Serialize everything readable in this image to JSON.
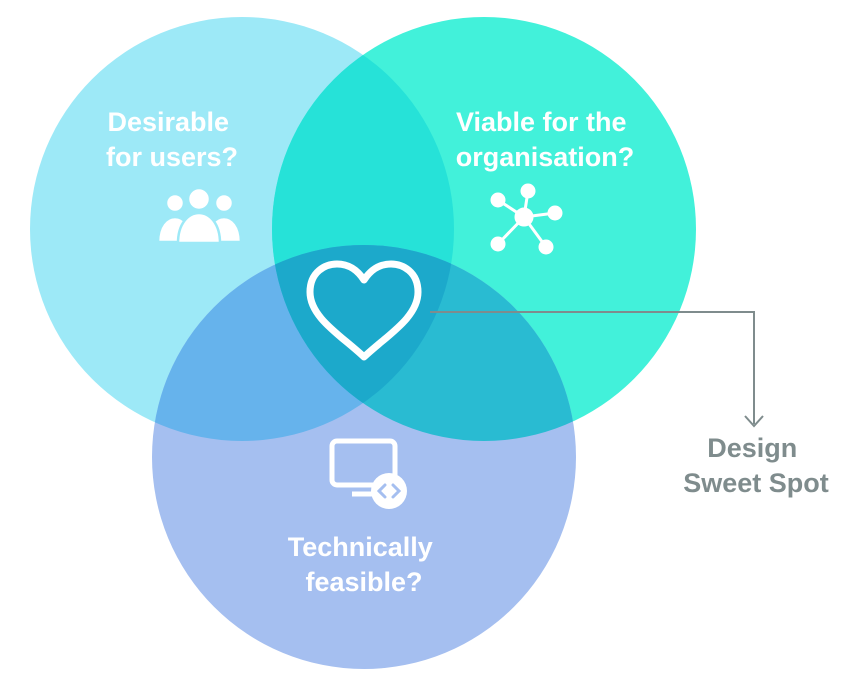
{
  "circles": {
    "desirable": {
      "line1": "Desirable",
      "line2": "for users?",
      "icon": "users-group-icon",
      "color": "#9de9f7"
    },
    "viable": {
      "line1": "Viable for the",
      "line2": "organisation?",
      "icon": "network-hub-icon",
      "color": "#42f1da"
    },
    "feasible": {
      "line1": "Technically",
      "line2": "feasible?",
      "icon": "monitor-code-icon",
      "color": "#a5bff0"
    }
  },
  "center": {
    "icon": "heart-icon"
  },
  "callout": {
    "line1": "Design",
    "line2": "Sweet Spot",
    "color": "#7f8c8d"
  }
}
